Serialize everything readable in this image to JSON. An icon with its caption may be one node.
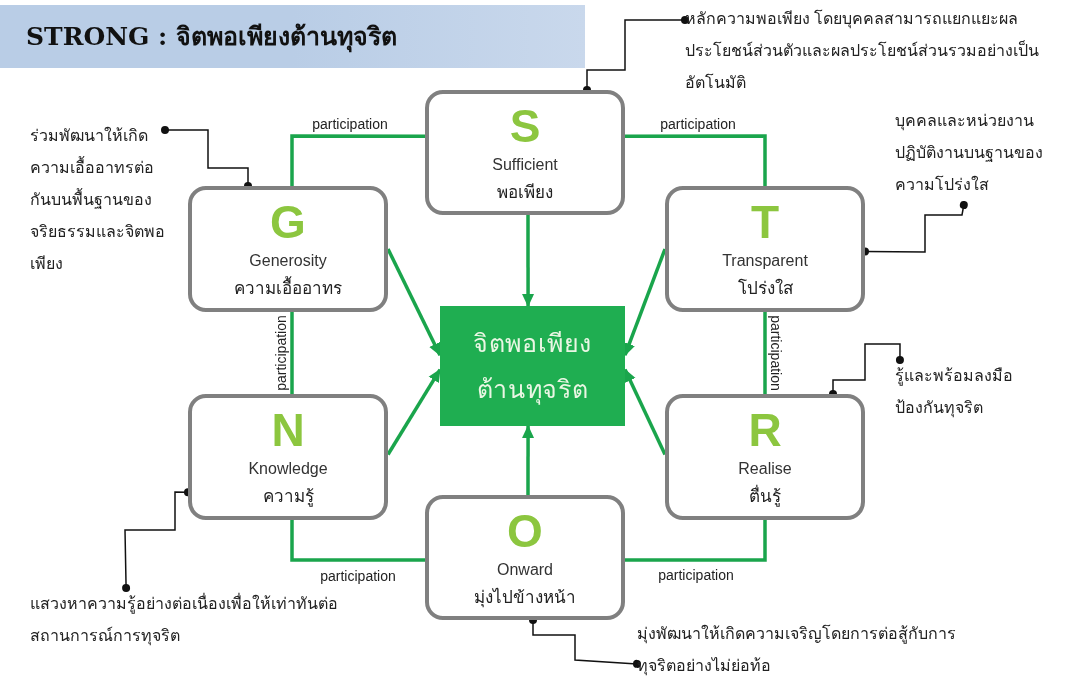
{
  "diagram": {
    "title": "STRONG : จิตพอเพียงต้านทุจริต",
    "nodes": [
      {
        "text": [
          "S",
          "Sufficient",
          "พอเพียง"
        ]
      },
      {
        "text": [
          "G",
          "Generosity",
          "ความเอื้ออาทร"
        ]
      },
      {
        "text": [
          "T",
          "Transparent",
          "โปร่งใส"
        ]
      },
      {
        "text": [
          "N",
          "Knowledge",
          "ความรู้"
        ]
      },
      {
        "text": [
          "R",
          "Realise",
          "ตื่นรู้"
        ]
      },
      {
        "text": [
          "O",
          "Onward",
          "มุ่งไปข้างหน้า"
        ]
      },
      {
        "text": [
          "จิตพอเพียงต้านทุจริต"
        ]
      },
      {
        "text": [
          "หลักความพอเพียง โดยบุคคลสามารถแยกแยะผลประโยชน์ส่วนตัวและผลประโยชน์ส่วนรวมอย่างเป็นอัตโนมัติ"
        ]
      },
      {
        "text": [
          "ร่วมพัฒนาให้เกิดความเอื้ออาทรต่อกันบนพื้นฐานของจริยธรรมและจิตพอเพียง"
        ]
      },
      {
        "text": [
          "บุคคลและหน่วยงานปฏิบัติงานบนฐานของความโปร่งใส"
        ]
      },
      {
        "text": [
          "แสวงหาความรู้อย่างต่อเนื่องเพื่อให้เท่าทันต่อสถานการณ์การทุจริต"
        ]
      },
      {
        "text": [
          "รู้และพร้อมลงมือป้องกันทุจริต"
        ]
      },
      {
        "text": [
          "มุ่งพัฒนาให้เกิดความเจริญโดยการต่อสู้กับการทุจริตอย่างไม่ย่อท้อ"
        ]
      }
    ],
    "edges": [
      {
        "from": 1,
        "to": 0,
        "arrow": "none",
        "label": "participation"
      },
      {
        "from": 0,
        "to": 2,
        "arrow": "none",
        "label": "participation"
      },
      {
        "from": 1,
        "to": 3,
        "arrow": "none",
        "label": "participation"
      },
      {
        "from": 2,
        "to": 4,
        "arrow": "none",
        "label": "participation"
      },
      {
        "from": 3,
        "to": 5,
        "arrow": "none",
        "label": "participation"
      },
      {
        "from": 5,
        "to": 4,
        "arrow": "none",
        "label": "participation"
      },
      {
        "from": 0,
        "to": 6,
        "arrow": "to"
      },
      {
        "from": 1,
        "to": 6,
        "arrow": "to"
      },
      {
        "from": 2,
        "to": 6,
        "arrow": "to"
      },
      {
        "from": 3,
        "to": 6,
        "arrow": "to"
      },
      {
        "from": 4,
        "to": 6,
        "arrow": "to"
      },
      {
        "from": 5,
        "to": 6,
        "arrow": "to"
      },
      {
        "from": 7,
        "to": 0,
        "arrow": "other",
        "color": "#111111"
      },
      {
        "from": 8,
        "to": 1,
        "arrow": "other",
        "color": "#111111"
      },
      {
        "from": 9,
        "to": 2,
        "arrow": "other",
        "color": "#111111"
      },
      {
        "from": 10,
        "to": 3,
        "arrow": "other",
        "color": "#111111"
      },
      {
        "from": 11,
        "to": 4,
        "arrow": "other",
        "color": "#111111"
      },
      {
        "from": 12,
        "to": 5,
        "arrow": "other",
        "color": "#111111"
      }
    ]
  }
}
